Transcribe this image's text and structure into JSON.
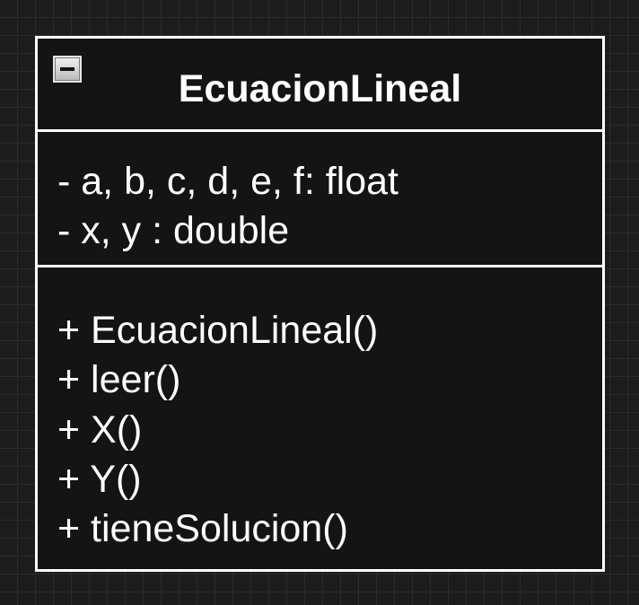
{
  "class": {
    "name": "EcuacionLineal",
    "attributes": [
      "- a, b, c, d, e, f: float",
      "- x, y : double"
    ],
    "methods": [
      "+ EcuacionLineal()",
      "+ leer()",
      "+ X()",
      "+ Y()",
      "+ tieneSolucion()"
    ]
  },
  "icons": {
    "collapse": "minus-square-icon"
  },
  "colors": {
    "background": "#1c1c1c",
    "grid": "#2c2c2c",
    "box_fill": "#141414",
    "stroke": "#ffffff",
    "text": "#ffffff"
  }
}
